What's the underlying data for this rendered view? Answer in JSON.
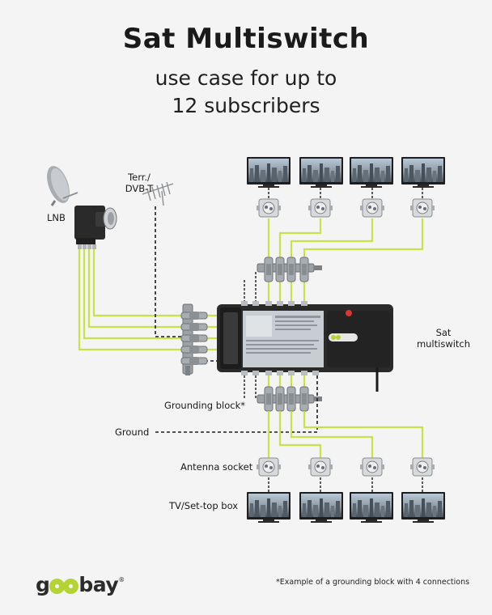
{
  "header": {
    "title": "Sat Multiswitch",
    "subtitle_line1": "use case for up to",
    "subtitle_line2": "12 subscribers"
  },
  "labels": {
    "terr": "Terr./",
    "dvbt": "DVB-T",
    "lnb": "LNB",
    "multiswitch_line1": "Sat",
    "multiswitch_line2": "multiswitch",
    "grounding_block": "Grounding block*",
    "ground": "Ground",
    "antenna_socket": "Antenna socket",
    "tv_box": "TV/Set-top box"
  },
  "footnote": "*Example of a grounding block with 4 connections",
  "brand": {
    "pre": "g",
    "post": "bay",
    "reg": "®"
  },
  "colors": {
    "cable": "#c9e24a",
    "ground_line": "#1a1a1a",
    "brand_green": "#b6d334",
    "device": "#2a2a2a",
    "panel": "#c8cdd2"
  },
  "icons": {
    "dish": "satellite-dish-icon",
    "antenna": "terrestrial-antenna-icon",
    "lnb": "lnb-icon",
    "tv": "tv-icon",
    "socket": "antenna-socket-icon",
    "switch": "multiswitch-icon"
  }
}
